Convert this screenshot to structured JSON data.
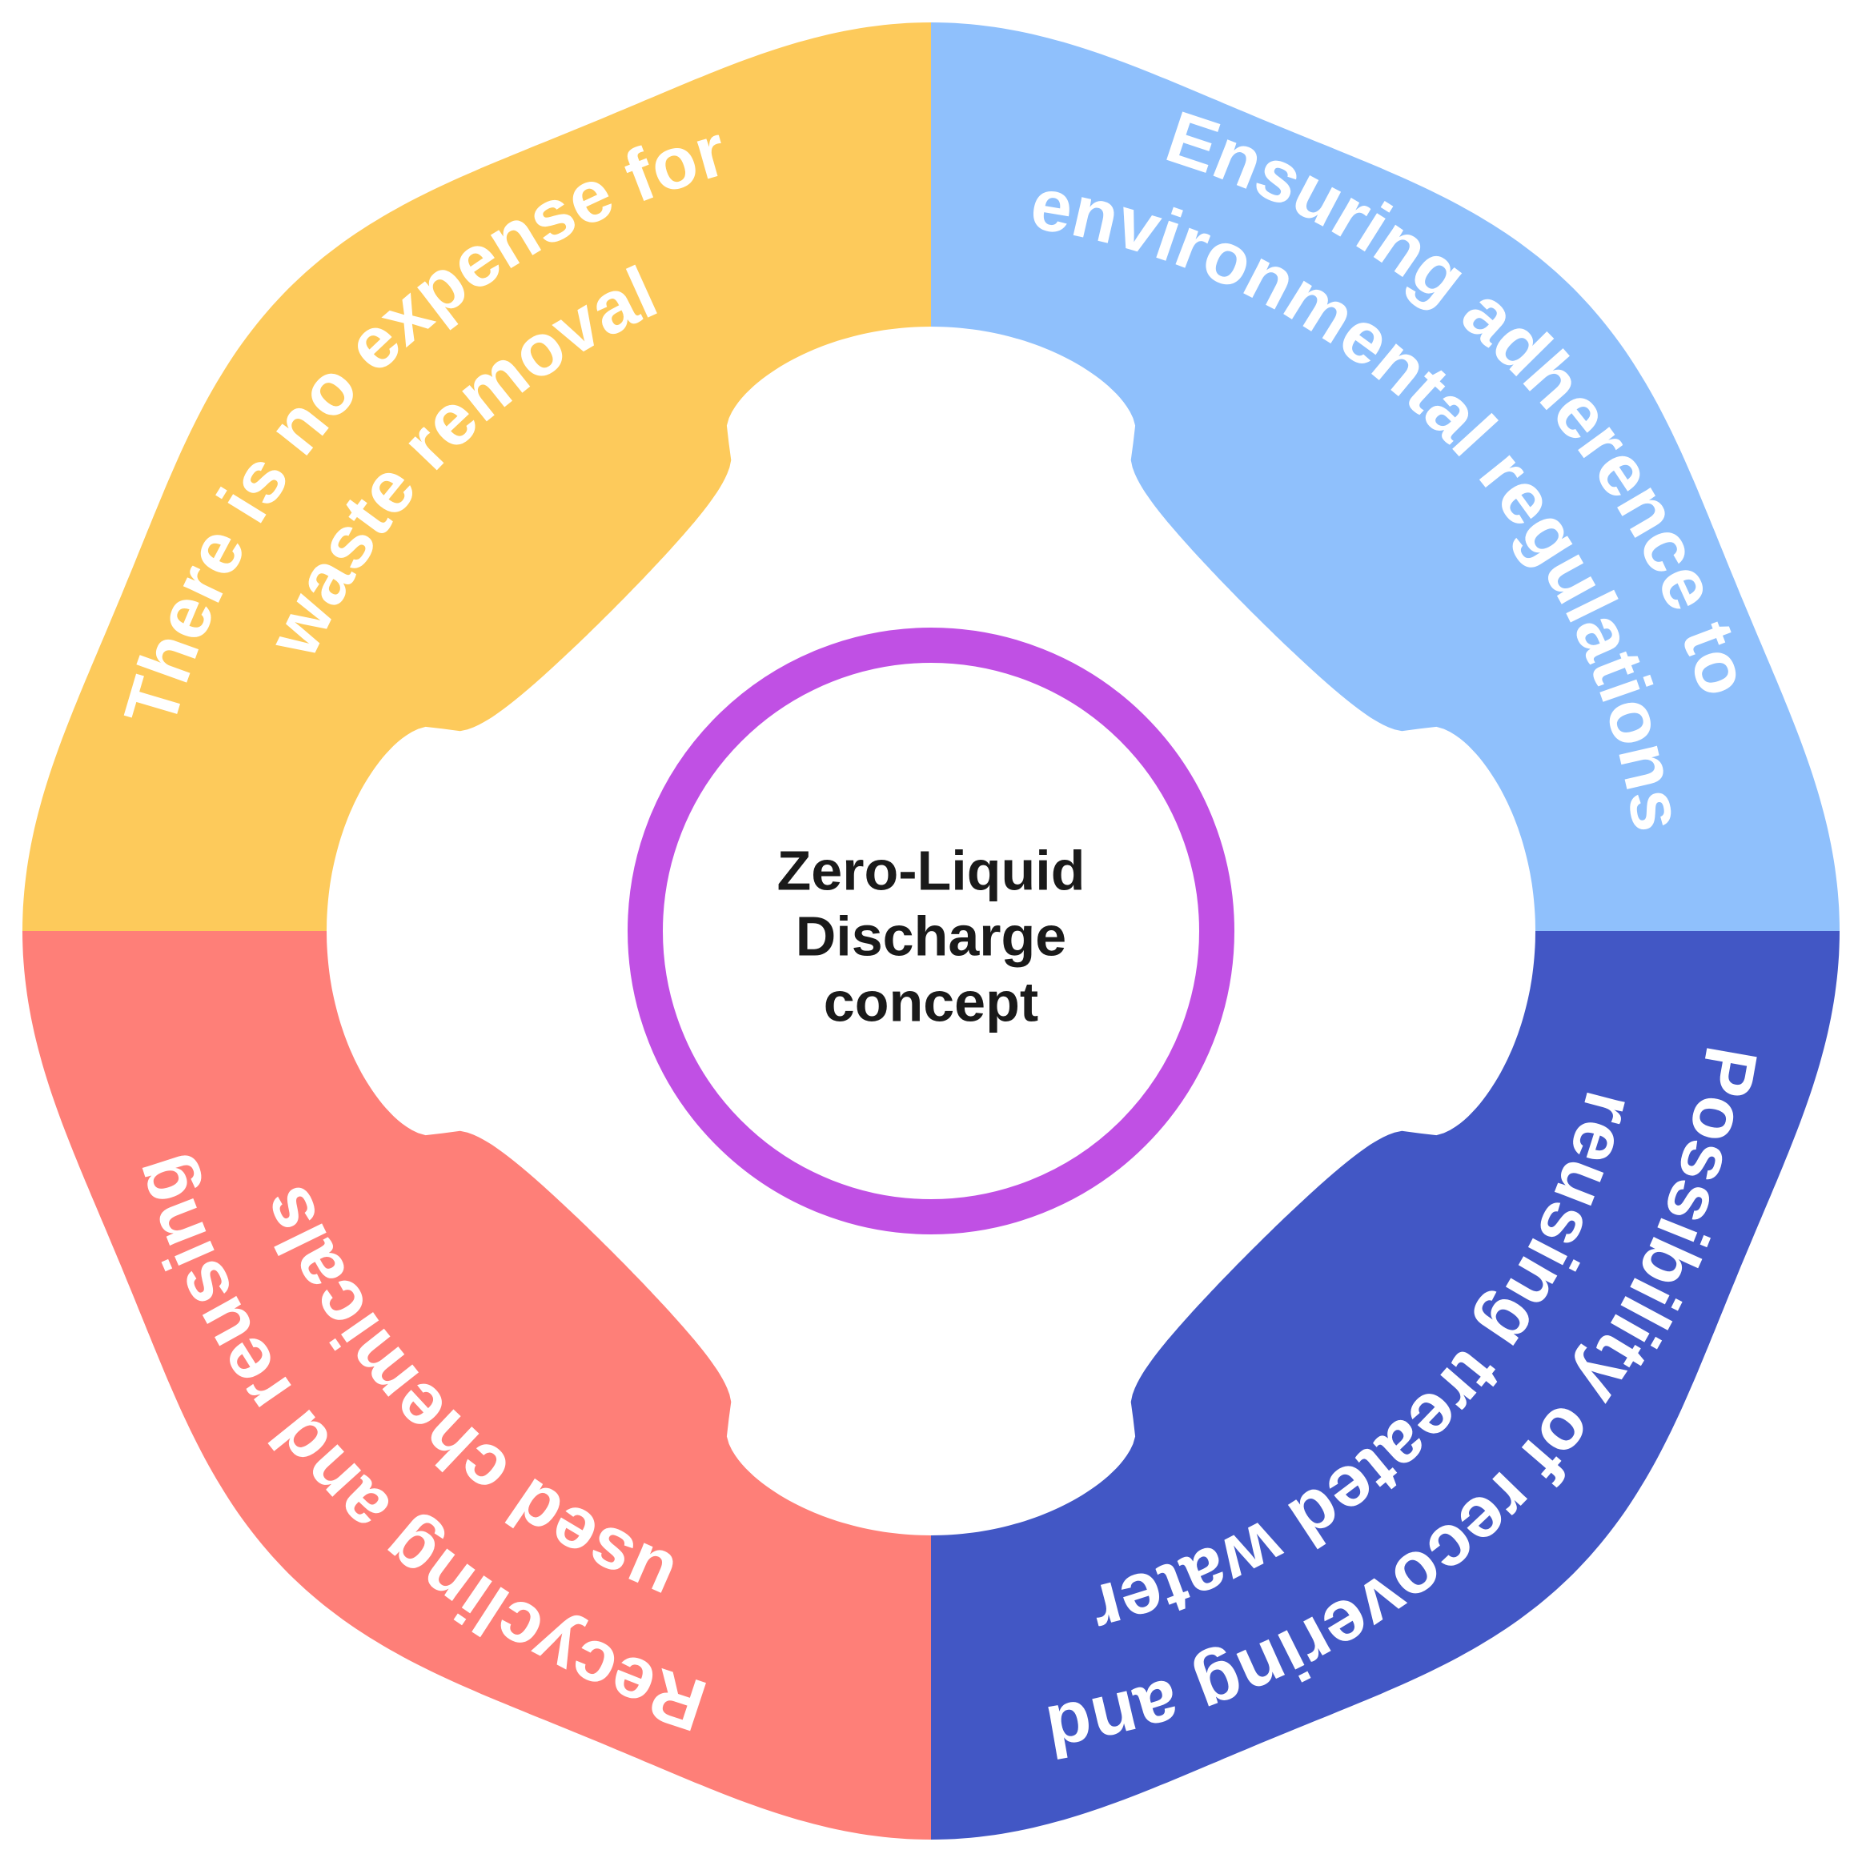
{
  "center": {
    "lines": [
      "Zero-Liquid",
      "Discharge",
      "concept"
    ],
    "ring_color": "#c050e4"
  },
  "segments": [
    {
      "id": "top-left",
      "lines": [
        "There is no expense for",
        "waste removal"
      ],
      "color": "#fdca5b"
    },
    {
      "id": "top-right",
      "lines": [
        "Ensuring adherence to",
        "environmental regulations"
      ],
      "color": "#8fc0fc"
    },
    {
      "id": "bottom-right",
      "lines": [
        "Possibility of recovering and",
        "reusing treated water"
      ],
      "color": "#4257c5"
    },
    {
      "id": "bottom-left",
      "lines": [
        "Recycling and reusing",
        "used chemicals"
      ],
      "color": "#fe7f78"
    }
  ]
}
